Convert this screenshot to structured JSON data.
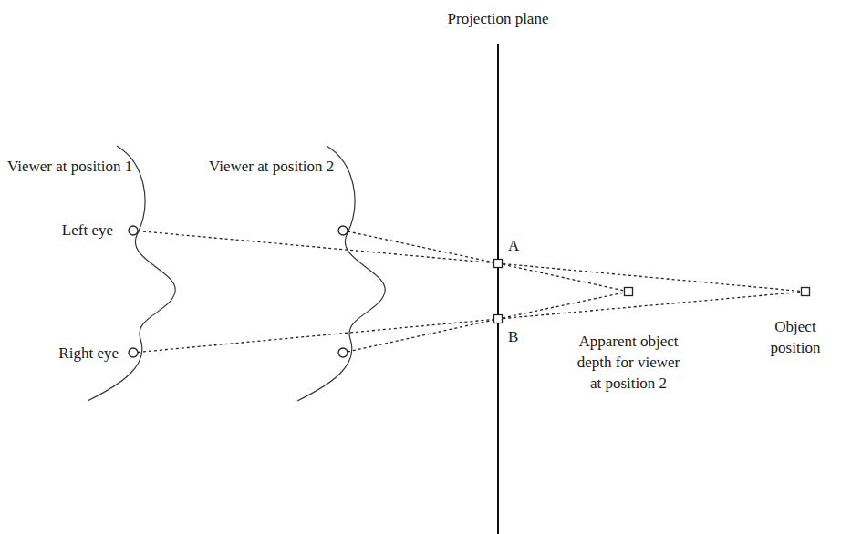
{
  "diagram": {
    "labels": [
      "Projection plane",
      "Viewer at position 1",
      "Viewer at position 2",
      "Left eye",
      "Right eye",
      "A",
      "B",
      "Apparent object depth for viewer at position 2",
      "Object position"
    ]
  }
}
